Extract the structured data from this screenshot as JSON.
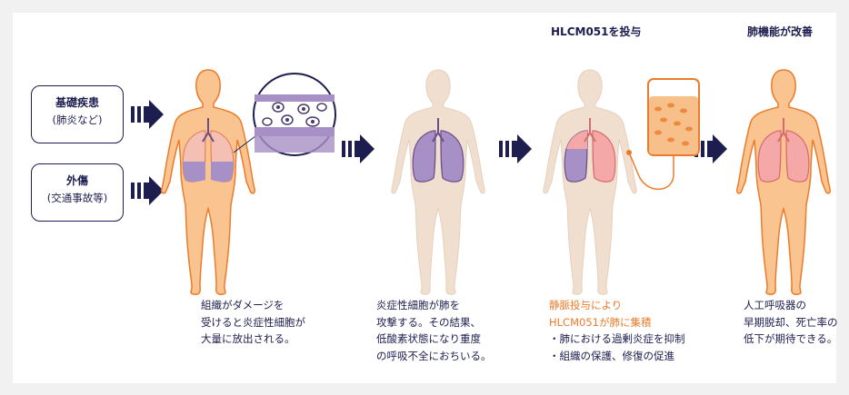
{
  "causes": [
    {
      "title": "基礎疾患",
      "sub": "(肺炎など)"
    },
    {
      "title": "外傷",
      "sub": "(交通事故等)"
    }
  ],
  "steps": [
    {
      "title": "",
      "caption": [
        "組織がダメージを",
        "受けると炎症性細胞が",
        "大量に放出される。"
      ]
    },
    {
      "title": "",
      "caption": [
        "炎症性細胞が肺を",
        "攻撃する。その結果、",
        "低酸素状態になり重度",
        "の呼吸不全におちいる。"
      ]
    },
    {
      "title": "HLCM051を投与",
      "caption_highlight": [
        "静脈投与により",
        "HLCM051が肺に集積"
      ],
      "caption": [
        "・肺における過剰炎症を抑制",
        "・組織の保護、修復の促進"
      ]
    },
    {
      "title": "肺機能が改善",
      "caption": [
        "人工呼吸器の",
        "早期脱却、死亡率の",
        "低下が期待できる。"
      ]
    }
  ],
  "colors": {
    "navy": "#1d1d4f",
    "orange_body": "#f9c48f",
    "orange_outline": "#ec7b2b",
    "pale_body": "#f0dfcf",
    "lung_purple": "#a690c6",
    "lung_pink": "#f5a8a8",
    "highlight_orange": "#ec7b2b"
  }
}
